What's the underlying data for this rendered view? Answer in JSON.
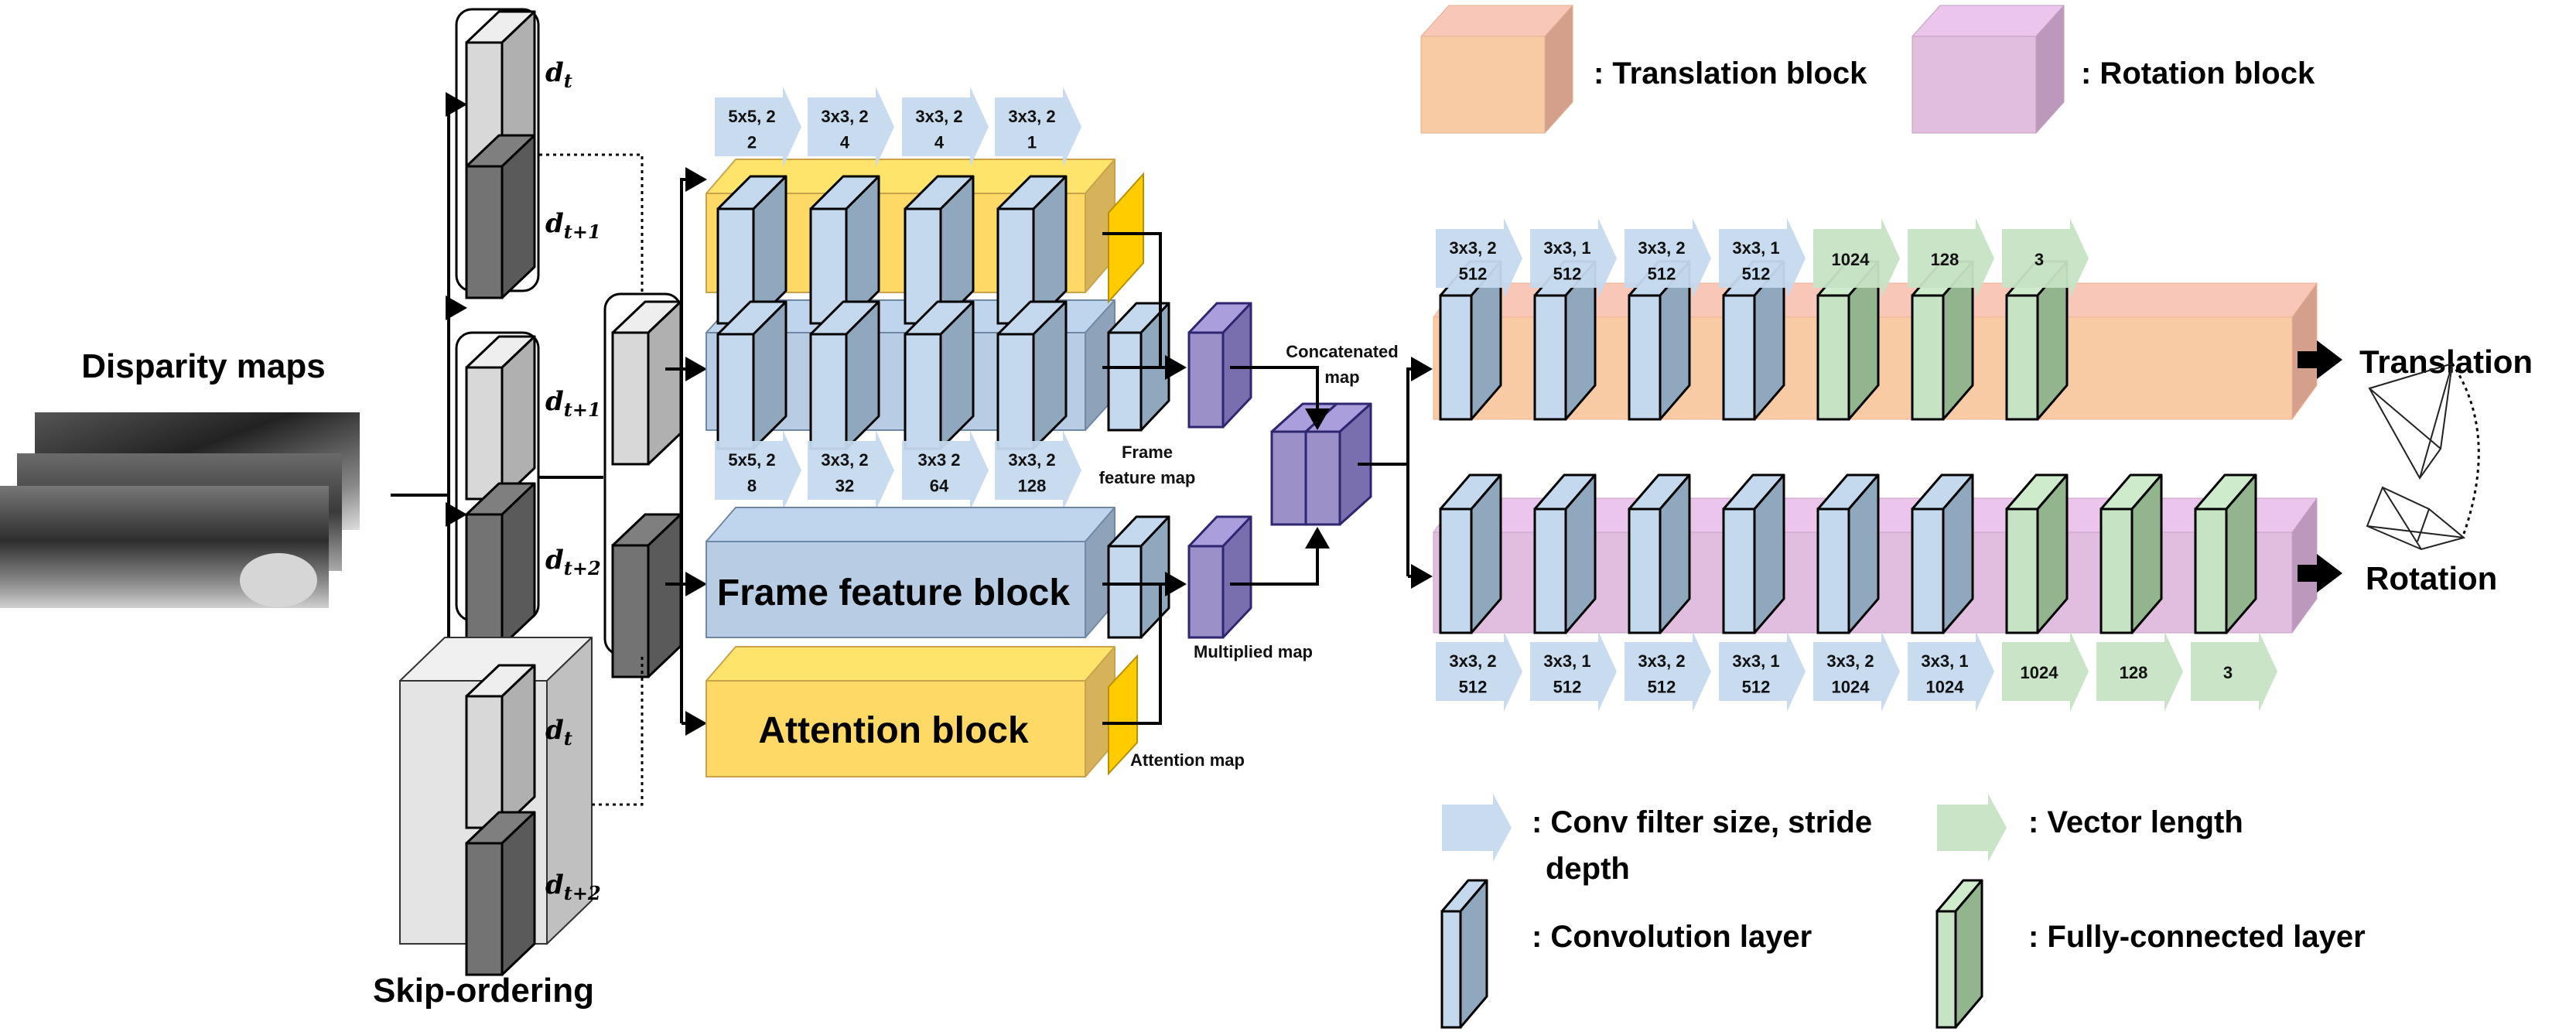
{
  "colors": {
    "conv_front": "#c5d9ee",
    "conv_side": "#8fa8be",
    "conv_top": "#c5d9ee",
    "fc_front": "#c6e3c4",
    "fc_side": "#92b58e",
    "light_gray": "#d8d8d8",
    "light_gray_side": "#b0b0b0",
    "dark_gray": "#737373",
    "dark_gray_side": "#5a5a5a",
    "attention_yellow": "#ffd966",
    "attention_yellow_side": "#d6b35a",
    "attention_map": "#ffcc00",
    "frame_blue": "#b8cde4",
    "frame_blue_side": "#8ea3ba",
    "purple": "#9b90c8",
    "purple_side": "#7a6fae",
    "translation": "#f9cba4",
    "translation_side": "#d4a08c",
    "rotation": "#e1bde0",
    "rotation_side": "#bc98bc",
    "arrow_conv": "#c5d9ee",
    "arrow_fc": "#c6e3c4"
  },
  "input": {
    "title": "Disparity maps",
    "skip_ordering_label": "Skip-ordering"
  },
  "frames": {
    "group1": [
      "d",
      "d"
    ],
    "group1_subs": [
      "t",
      "t+1"
    ],
    "group2_subs": [
      "t+1",
      "t+2"
    ],
    "group3_subs": [
      "t",
      "t+2"
    ]
  },
  "attention_stream": {
    "labels": [
      {
        "line1": "5x5, 2",
        "line2": "2"
      },
      {
        "line1": "3x3, 2",
        "line2": "4"
      },
      {
        "line1": "3x3, 2",
        "line2": "4"
      },
      {
        "line1": "3x3, 2",
        "line2": "1"
      }
    ]
  },
  "frame_stream": {
    "labels": [
      {
        "line1": "5x5, 2",
        "line2": "8"
      },
      {
        "line1": "3x3, 2",
        "line2": "32"
      },
      {
        "line1": "3x3 2",
        "line2": "64"
      },
      {
        "line1": "3x3, 2",
        "line2": "128"
      }
    ]
  },
  "blocks": {
    "frame_feature_block": "Frame feature block",
    "attention_block": "Attention block",
    "frame_feature_map_line1": "Frame",
    "frame_feature_map_line2": "feature map",
    "attention_map": "Attention map",
    "multiplied_map": "Multiplied map",
    "concatenated_map_line1": "Concatenated",
    "concatenated_map_line2": "map"
  },
  "translation_branch": {
    "layers": [
      {
        "type": "conv",
        "line1": "3x3, 2",
        "line2": "512"
      },
      {
        "type": "conv",
        "line1": "3x3, 1",
        "line2": "512"
      },
      {
        "type": "conv",
        "line1": "3x3, 2",
        "line2": "512"
      },
      {
        "type": "conv",
        "line1": "3x3, 1",
        "line2": "512"
      },
      {
        "type": "fc",
        "line1": "1024",
        "line2": ""
      },
      {
        "type": "fc",
        "line1": "128",
        "line2": ""
      },
      {
        "type": "fc",
        "line1": "3",
        "line2": ""
      }
    ],
    "output": "Translation"
  },
  "rotation_branch": {
    "layers": [
      {
        "type": "conv",
        "line1": "3x3, 2",
        "line2": "512"
      },
      {
        "type": "conv",
        "line1": "3x3, 1",
        "line2": "512"
      },
      {
        "type": "conv",
        "line1": "3x3, 2",
        "line2": "512"
      },
      {
        "type": "conv",
        "line1": "3x3, 1",
        "line2": "512"
      },
      {
        "type": "conv",
        "line1": "3x3, 2",
        "line2": "1024"
      },
      {
        "type": "conv",
        "line1": "3x3, 1",
        "line2": "1024"
      },
      {
        "type": "fc",
        "line1": "1024",
        "line2": ""
      },
      {
        "type": "fc",
        "line1": "128",
        "line2": ""
      },
      {
        "type": "fc",
        "line1": "3",
        "line2": ""
      }
    ],
    "output": "Rotation"
  },
  "legend": {
    "translation_block": ": Translation block",
    "rotation_block": ": Rotation block",
    "conv_arrow_line1": ": Conv filter size, stride",
    "conv_arrow_line2": "depth",
    "fc_arrow": ": Vector length",
    "conv_layer": ": Convolution layer",
    "fc_layer": ": Fully-connected layer"
  }
}
